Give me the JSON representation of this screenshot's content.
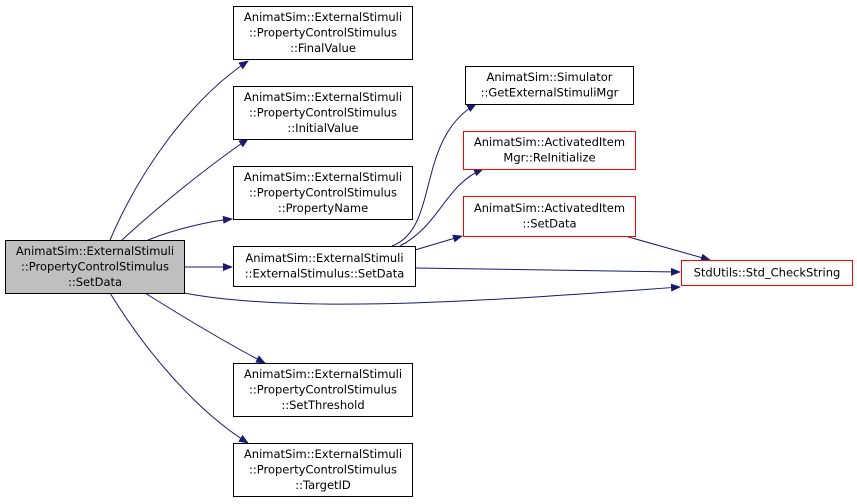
{
  "graph": {
    "nodes": {
      "root": {
        "lines": [
          "AnimatSim::ExternalStimuli",
          "::PropertyControlStimulus",
          "::SetData"
        ],
        "fill": "#bfbfbf",
        "stroke": "#000000"
      },
      "final_value": {
        "lines": [
          "AnimatSim::ExternalStimuli",
          "::PropertyControlStimulus",
          "::FinalValue"
        ],
        "fill": "#ffffff",
        "stroke": "#000000"
      },
      "initial_value": {
        "lines": [
          "AnimatSim::ExternalStimuli",
          "::PropertyControlStimulus",
          "::InitialValue"
        ],
        "fill": "#ffffff",
        "stroke": "#000000"
      },
      "property_name": {
        "lines": [
          "AnimatSim::ExternalStimuli",
          "::PropertyControlStimulus",
          "::PropertyName"
        ],
        "fill": "#ffffff",
        "stroke": "#000000"
      },
      "ext_setdata": {
        "lines": [
          "AnimatSim::ExternalStimuli",
          "::ExternalStimulus::SetData"
        ],
        "fill": "#ffffff",
        "stroke": "#000000"
      },
      "set_threshold": {
        "lines": [
          "AnimatSim::ExternalStimuli",
          "::PropertyControlStimulus",
          "::SetThreshold"
        ],
        "fill": "#ffffff",
        "stroke": "#000000"
      },
      "target_id": {
        "lines": [
          "AnimatSim::ExternalStimuli",
          "::PropertyControlStimulus",
          "::TargetID"
        ],
        "fill": "#ffffff",
        "stroke": "#000000"
      },
      "get_mgr": {
        "lines": [
          "AnimatSim::Simulator",
          "::GetExternalStimuliMgr"
        ],
        "fill": "#ffffff",
        "stroke": "#000000"
      },
      "reinit": {
        "lines": [
          "AnimatSim::ActivatedItem",
          "Mgr::ReInitialize"
        ],
        "fill": "#ffffff",
        "stroke": "#ff0000"
      },
      "ai_setdata": {
        "lines": [
          "AnimatSim::ActivatedItem",
          "::SetData"
        ],
        "fill": "#ffffff",
        "stroke": "#ff0000"
      },
      "check_string": {
        "lines": [
          "StdUtils::Std_CheckString"
        ],
        "fill": "#ffffff",
        "stroke": "#ff0000"
      }
    },
    "edges": [
      {
        "from": "root",
        "to": "final_value"
      },
      {
        "from": "root",
        "to": "initial_value"
      },
      {
        "from": "root",
        "to": "property_name"
      },
      {
        "from": "root",
        "to": "ext_setdata"
      },
      {
        "from": "root",
        "to": "check_string"
      },
      {
        "from": "root",
        "to": "set_threshold"
      },
      {
        "from": "root",
        "to": "target_id"
      },
      {
        "from": "ext_setdata",
        "to": "get_mgr"
      },
      {
        "from": "ext_setdata",
        "to": "reinit"
      },
      {
        "from": "ext_setdata",
        "to": "ai_setdata"
      },
      {
        "from": "ext_setdata",
        "to": "check_string"
      },
      {
        "from": "ai_setdata",
        "to": "check_string"
      }
    ],
    "edge_color": "#191970"
  }
}
